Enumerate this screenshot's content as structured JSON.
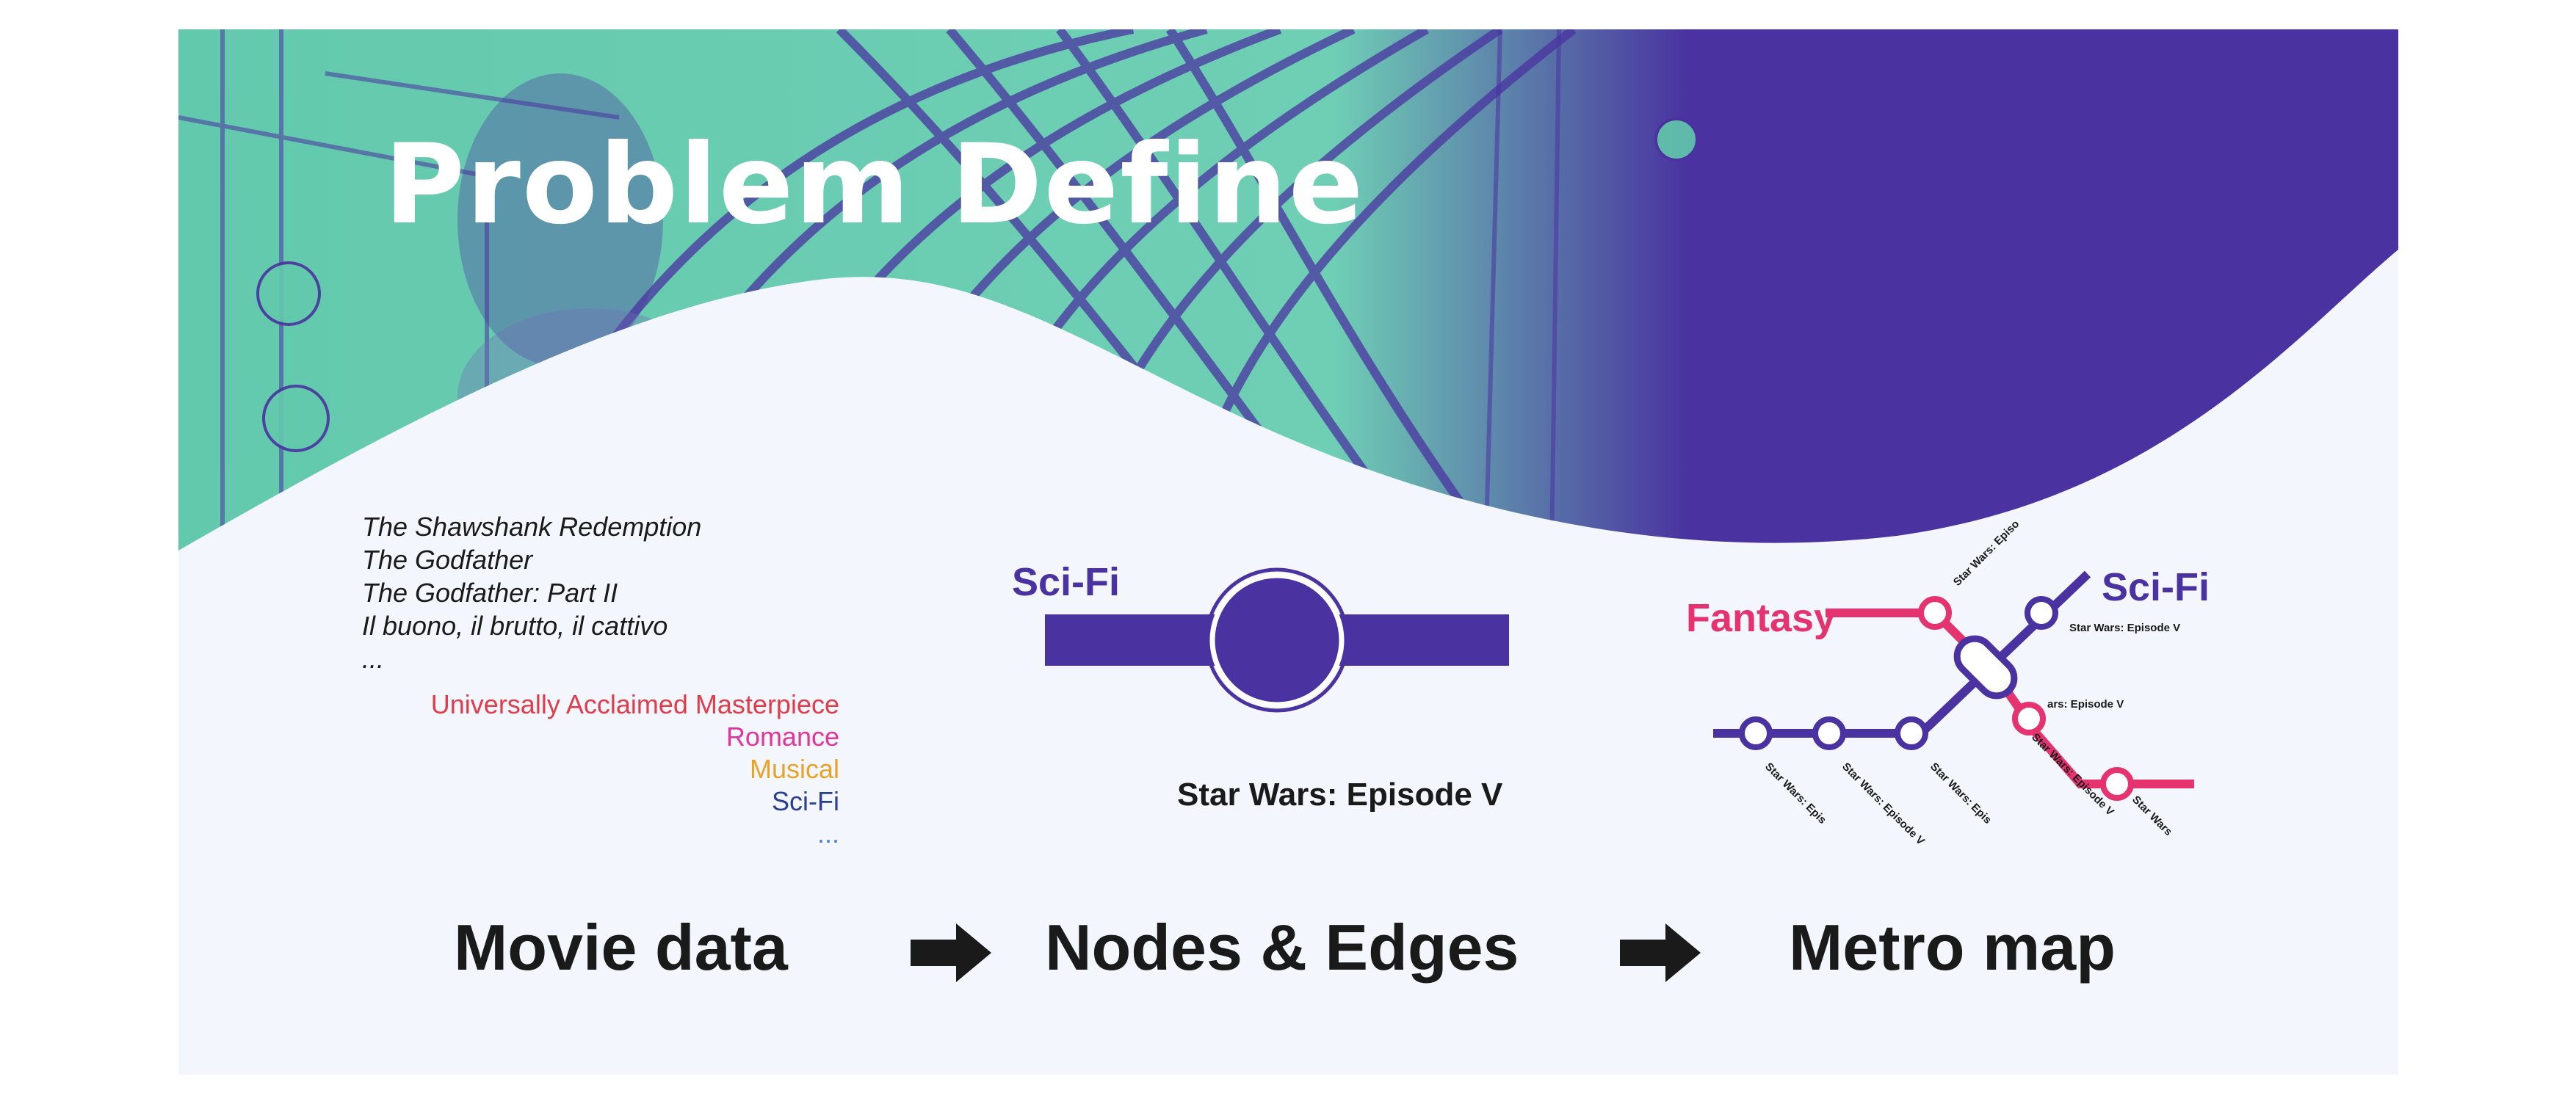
{
  "colors": {
    "background": "#f3f6fc",
    "hero_teal": "#63c9ad",
    "hero_purple": "#4a33a0",
    "node_purple": "#4a33a0",
    "fantasy_pink": "#e5336f",
    "text_dark": "#1a1a1a"
  },
  "header": {
    "title": "Problem  Define"
  },
  "movie_data": {
    "titles": [
      "The Shawshank Redemption",
      "The Godfather",
      "The Godfather: Part II",
      "Il buono, il brutto, il cattivo",
      "..."
    ],
    "genres": [
      {
        "label": "Universally Acclaimed Masterpiece",
        "color": "#e23b49"
      },
      {
        "label": "Romance",
        "color": "#e0359a"
      },
      {
        "label": "Musical",
        "color": "#e8a326"
      },
      {
        "label": "Sci-Fi",
        "color": "#2a3f8f"
      },
      {
        "label": "...",
        "color": "#4a7fd0"
      }
    ]
  },
  "nodes_edges": {
    "genre_label": "Sci-Fi",
    "movie_label": "Star Wars: Episode V"
  },
  "metro": {
    "fantasy_label": "Fantasy",
    "scifi_label": "Sci-Fi",
    "station_labels": [
      "Star Wars: Episo",
      "Star Wars: Episode V",
      "ars: Episode V",
      "Star Wars: Episode V",
      "Star Wars",
      "Star Wars: Epis",
      "Star Wars: Episode V",
      "Star Wars: Epis"
    ]
  },
  "steps": {
    "step1": "Movie data",
    "step2": "Nodes & Edges",
    "step3": "Metro map"
  },
  "icons": {
    "arrow1": "right-arrow-icon",
    "arrow2": "right-arrow-icon"
  }
}
